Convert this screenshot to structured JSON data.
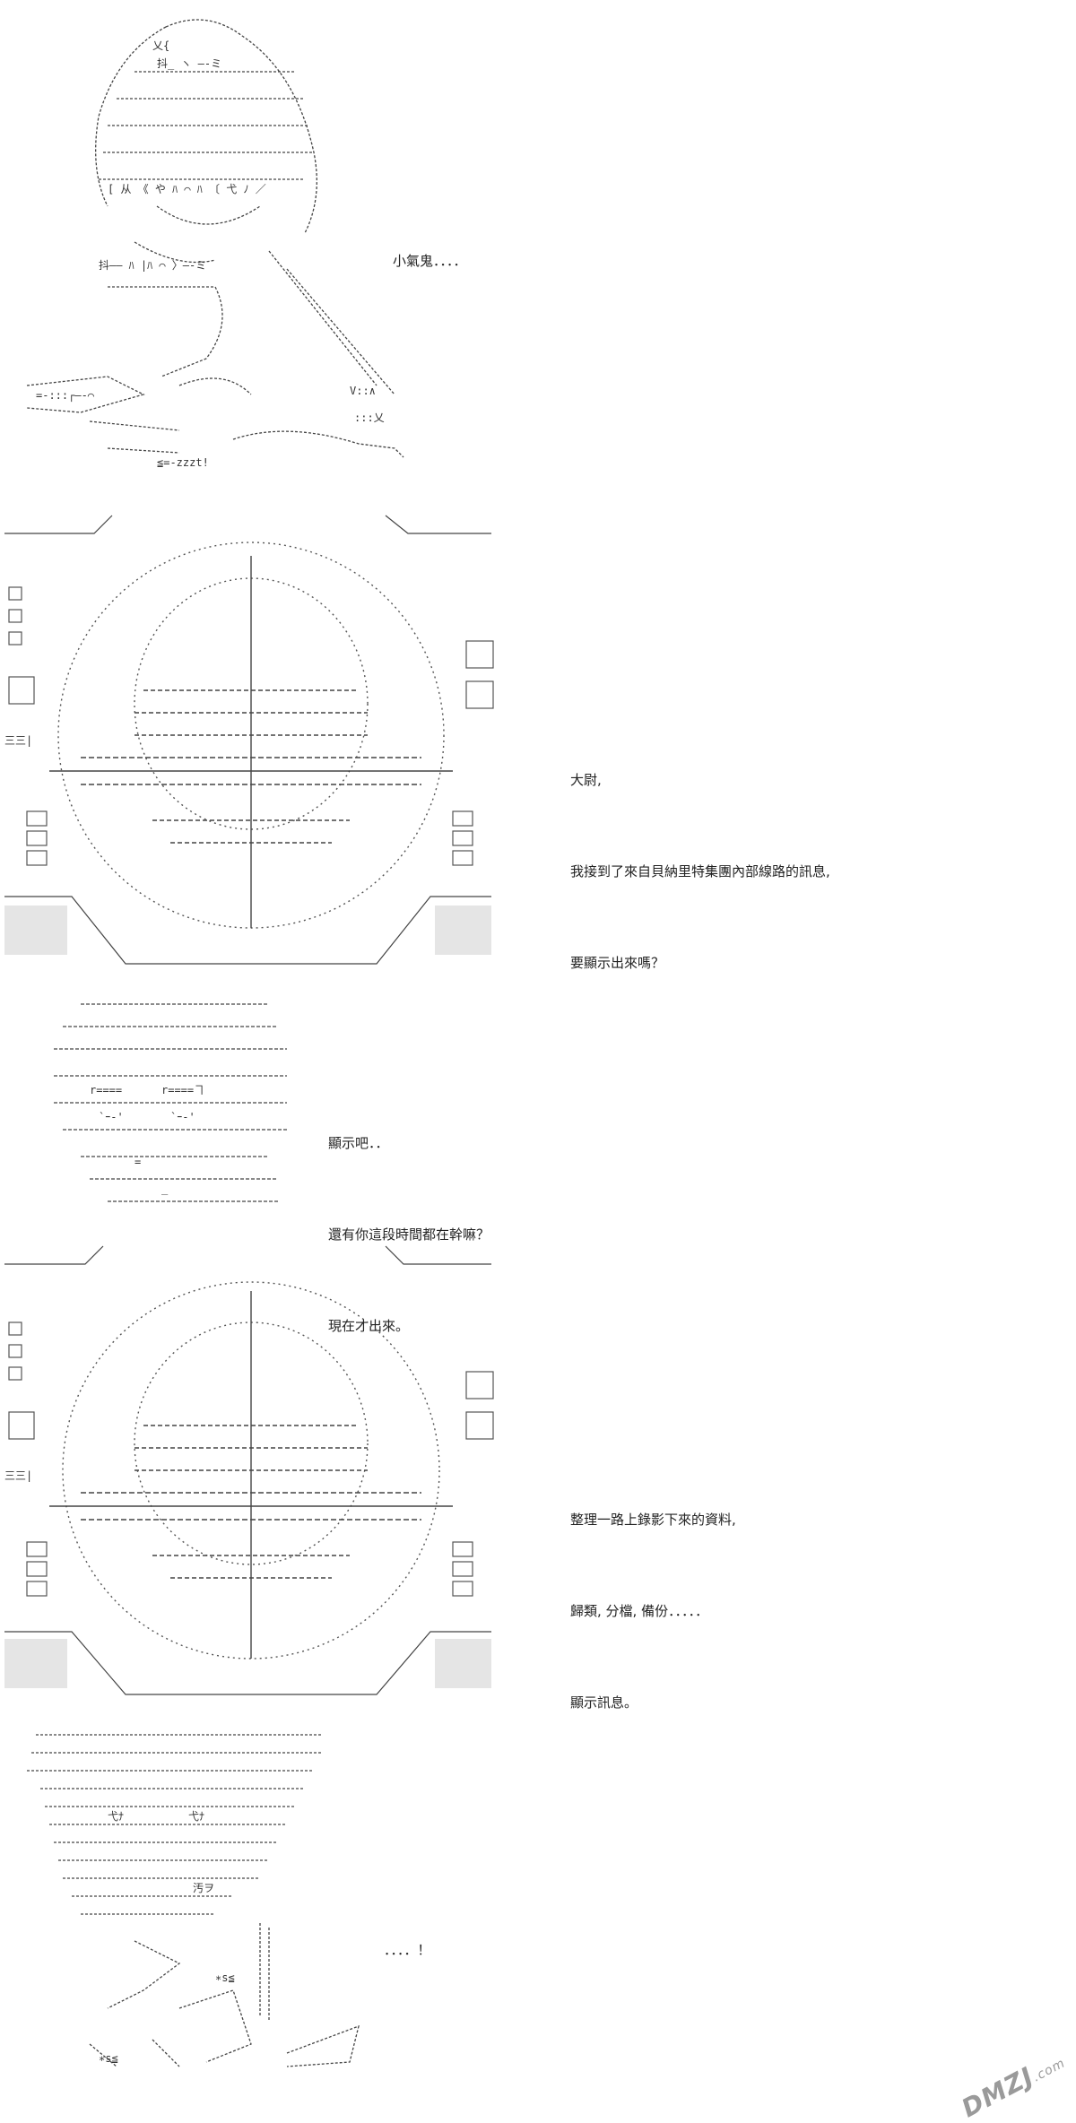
{
  "panels": [
    {
      "id": "p1",
      "captions": [
        "小氣鬼．．．．"
      ]
    },
    {
      "id": "p2",
      "captions": [
        "大尉,",
        "我接到了來自貝納里特集團內部線路的訊息,",
        "要顯示出來嗎？"
      ]
    },
    {
      "id": "p3",
      "captions": [
        "顯示吧．．",
        "還有你這段時間都在幹嘛？",
        "現在才出來。"
      ]
    },
    {
      "id": "p4",
      "captions": [
        "整理一路上錄影下來的資料,",
        "歸類, 分檔, 備份．．．．．",
        "顯示訊息。"
      ]
    },
    {
      "id": "p5",
      "captions": [
        "．．．．！"
      ]
    }
  ],
  "watermark": {
    "text": "DMZJ",
    "suffix": ".com"
  }
}
